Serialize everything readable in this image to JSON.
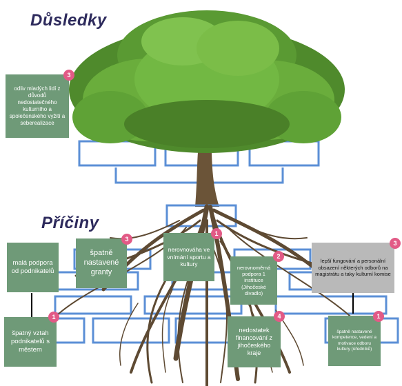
{
  "titles": {
    "consequences": "Důsledky",
    "causes": "Příčiny"
  },
  "colors": {
    "title": "#2d2a5c",
    "note_green": "#6f9a78",
    "note_gray": "#b9b9b9",
    "badge": "#e25a86",
    "frame": "#5b8fd6"
  },
  "notes": {
    "young_leaving": {
      "text": "odliv mladých lidí z důvodů nedostatečného kulturního a společenského vyžití a seberealizace",
      "votes": "3"
    },
    "entrepreneur_support": {
      "text": "malá podpora od podnikatelů",
      "votes": ""
    },
    "grants": {
      "text": "špatně nastavené granty",
      "votes": "3"
    },
    "sport_imbalance": {
      "text": "nerovnováha ve vnímání sportu a kultury",
      "votes": "1"
    },
    "uneven_support": {
      "text": "nerovnoměrná podpora 1 instituce (Jihočeské divadlo)",
      "votes": "2"
    },
    "city_departments": {
      "text": "lepší fungování a personální obsazení některých odborů na magistrátu a taky kulturní komise",
      "votes": "3"
    },
    "entrepreneur_relation": {
      "text": "špatný vztah podnikatelů s městem",
      "votes": "1"
    },
    "regional_funding": {
      "text": "nedostatek financování z jihočeského kraje",
      "votes": "4"
    },
    "competences": {
      "text": "špatně nastavené kompetence, vedení a motivace odboru kultury (úředníků)",
      "votes": "1"
    }
  }
}
